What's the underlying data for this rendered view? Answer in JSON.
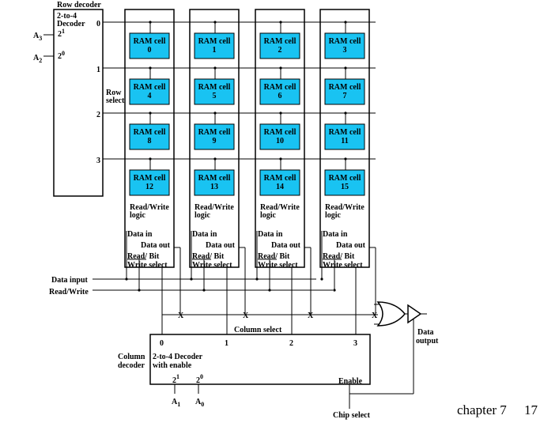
{
  "row_decoder": {
    "title": "Row decoder",
    "name_line1": "2-to-4",
    "name_line2": "Decoder",
    "inputs": [
      {
        "label": "A",
        "sub": "3",
        "weight": "2",
        "exp": "1"
      },
      {
        "label": "A",
        "sub": "2",
        "weight": "2",
        "exp": "0"
      }
    ],
    "outputs": [
      "0",
      "1",
      "2",
      "3"
    ]
  },
  "row_select": {
    "line1": "Row",
    "line2": "select"
  },
  "cells": [
    {
      "name": "RAM cell",
      "index": "0"
    },
    {
      "name": "RAM cell",
      "index": "1"
    },
    {
      "name": "RAM cell",
      "index": "2"
    },
    {
      "name": "RAM cell",
      "index": "3"
    },
    {
      "name": "RAM cell",
      "index": "4"
    },
    {
      "name": "RAM cell",
      "index": "5"
    },
    {
      "name": "RAM cell",
      "index": "6"
    },
    {
      "name": "RAM cell",
      "index": "7"
    },
    {
      "name": "RAM cell",
      "index": "8"
    },
    {
      "name": "RAM cell",
      "index": "9"
    },
    {
      "name": "RAM cell",
      "index": "10"
    },
    {
      "name": "RAM cell",
      "index": "11"
    },
    {
      "name": "RAM cell",
      "index": "12"
    },
    {
      "name": "RAM cell",
      "index": "13"
    },
    {
      "name": "RAM cell",
      "index": "14"
    },
    {
      "name": "RAM cell",
      "index": "15"
    }
  ],
  "column_logic": {
    "rw_line1": "Read/Write",
    "rw_line2": "logic",
    "data_in": "Data in",
    "data_out": "Data out",
    "read_bit": "Read/  Bit",
    "write_select": "Write  select"
  },
  "signals": {
    "data_input": "Data input",
    "read_write": "Read/Write",
    "crossing_mark": "X",
    "column_select": "Column select",
    "data_output_line1": "Data",
    "data_output_line2": "output",
    "chip_select": "Chip select"
  },
  "column_decoder": {
    "label_line1": "Column",
    "label_line2": "decoder",
    "name_line1": "2-to-4 Decoder",
    "name_line2": "with enable",
    "outputs": [
      "0",
      "1",
      "2",
      "3"
    ],
    "enable": "Enable",
    "inputs": [
      {
        "label": "A",
        "sub": "1",
        "weight": "2",
        "exp": "1"
      },
      {
        "label": "A",
        "sub": "0",
        "weight": "2",
        "exp": "0"
      }
    ]
  },
  "footer": {
    "chapter": "chapter 7",
    "page": "17"
  },
  "colors": {
    "cell_fill": "#19c3f2",
    "line": "#000000",
    "background": "#ffffff"
  }
}
